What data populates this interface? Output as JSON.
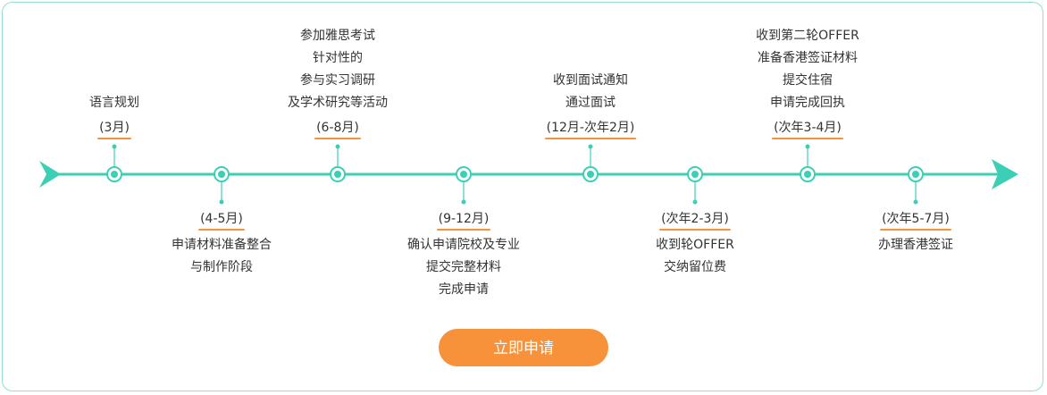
{
  "colors": {
    "accent": "#3ccfb6",
    "button": "#f7913a",
    "underline": "#f7913a",
    "border": "#8fe1cd"
  },
  "milestones": [
    {
      "position": "above",
      "date": "(3月)",
      "lines": [
        "语言规划"
      ]
    },
    {
      "position": "below",
      "date": "(4-5月)",
      "lines": [
        "申请材料准备整合",
        "与制作阶段"
      ]
    },
    {
      "position": "above",
      "date": "(6-8月)",
      "lines": [
        "参加雅思考试",
        "针对性的",
        "参与实习调研",
        "及学术研究等活动"
      ]
    },
    {
      "position": "below",
      "date": "(9-12月)",
      "lines": [
        "确认申请院校及专业",
        "提交完整材料",
        "完成申请"
      ]
    },
    {
      "position": "above",
      "date": "(12月-次年2月)",
      "lines": [
        "收到面试通知",
        "通过面试"
      ]
    },
    {
      "position": "below",
      "date": "(次年2-3月)",
      "lines": [
        "收到轮OFFER",
        "交纳留位费"
      ]
    },
    {
      "position": "above",
      "date": "(次年3-4月)",
      "lines": [
        "收到第二轮OFFER",
        "准备香港签证材料",
        "提交住宿",
        "申请完成回执"
      ]
    },
    {
      "position": "below",
      "date": "(次年5-7月)",
      "lines": [
        "办理香港签证"
      ]
    }
  ],
  "apply_button": {
    "label": "立即申请"
  }
}
